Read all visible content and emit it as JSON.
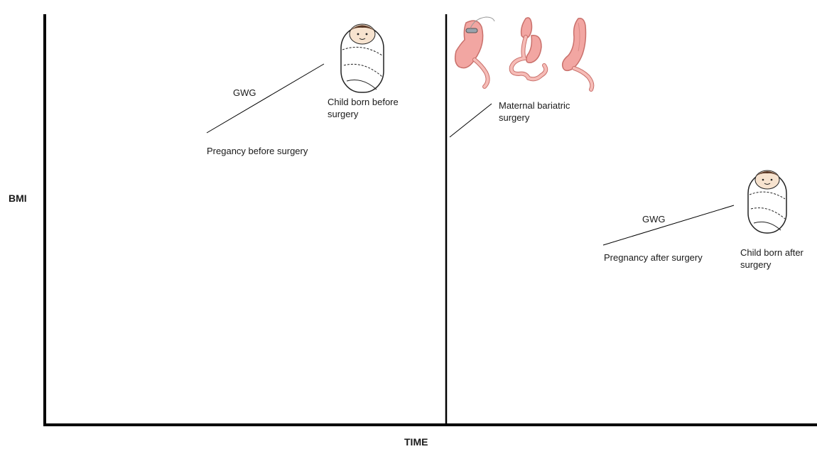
{
  "axes": {
    "y_label": "BMI",
    "x_label": "TIME"
  },
  "annotations": {
    "gwg_before": "GWG",
    "pregnancy_before": "Pregancy before surgery",
    "child_before": "Child born before\nsurgery",
    "bariatric_surgery": "Maternal bariatric\nsurgery",
    "gwg_after": "GWG",
    "pregnancy_after": "Pregnancy after surgery",
    "child_after": "Child born after\nsurgery"
  },
  "icons": {
    "baby_before": "swaddled-baby-icon",
    "baby_after": "swaddled-baby-icon",
    "stomach_1": "gastric-band-stomach-icon",
    "stomach_2": "gastric-bypass-stomach-icon",
    "stomach_3": "sleeve-gastrectomy-stomach-icon"
  },
  "colors": {
    "line": "#000000",
    "stomach_fill": "#f2a6a2",
    "stomach_stroke": "#c9706b",
    "intestine_fill": "#f6bcb7"
  }
}
